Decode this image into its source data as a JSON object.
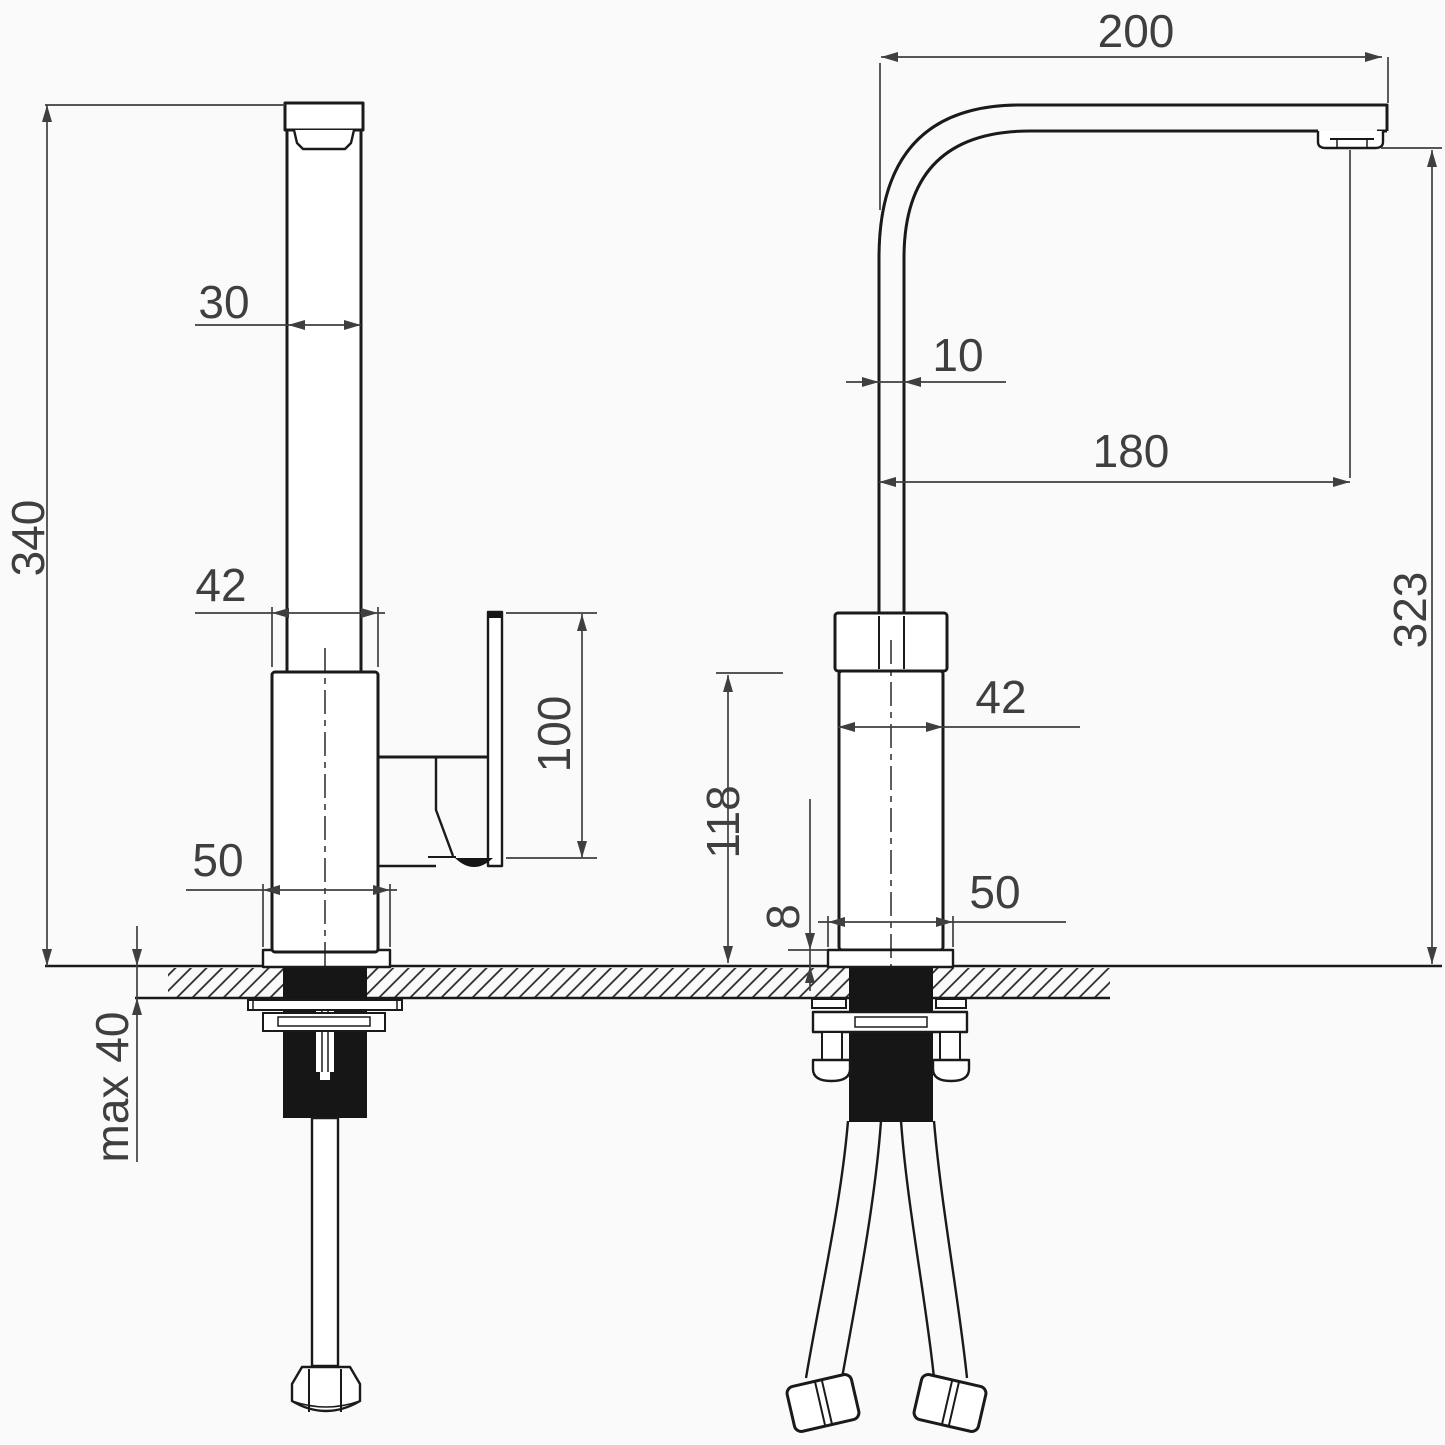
{
  "drawing": {
    "background": "#fafafa",
    "line_color": "#1a1a1a",
    "dimension_color": "#3f3f3f"
  },
  "views": {
    "side": {
      "dims": {
        "total_height": "340",
        "spout_column_width": "30",
        "body_width": "42",
        "base_width": "50",
        "handle_height": "100",
        "max_deck_thickness": "max 40"
      }
    },
    "front": {
      "dims": {
        "spout_reach": "200",
        "spout_tube_width": "10",
        "aerator_reach": "180",
        "aerator_height": "323",
        "body_width": "42",
        "body_height": "118",
        "base_plate_height": "8",
        "base_width": "50"
      }
    }
  }
}
